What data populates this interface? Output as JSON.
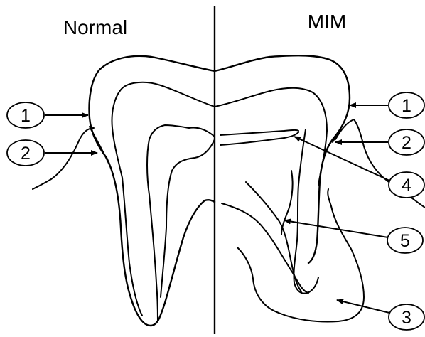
{
  "headings": {
    "left": "Normal",
    "right": "MIM"
  },
  "callouts": [
    {
      "id": "left-1",
      "label": "1"
    },
    {
      "id": "left-2",
      "label": "2"
    },
    {
      "id": "right-1",
      "label": "1"
    },
    {
      "id": "right-2",
      "label": "2"
    },
    {
      "id": "right-4",
      "label": "4"
    },
    {
      "id": "right-5",
      "label": "5"
    },
    {
      "id": "right-3",
      "label": "3"
    }
  ]
}
